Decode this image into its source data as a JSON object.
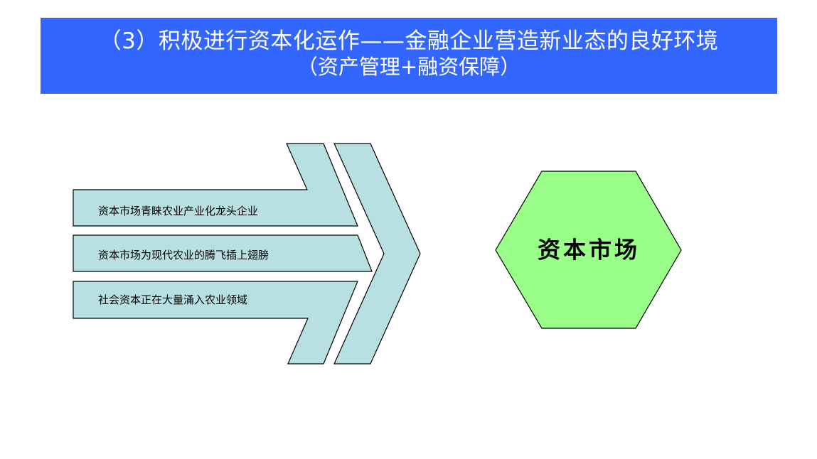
{
  "header": {
    "title_line1": "（3）积极进行资本化运作——金融企业营造新业态的良好环境",
    "title_line2": "（资产管理+融资保障）"
  },
  "arrow": {
    "items": [
      "资本市场青睐农业产业化龙头企业",
      "资本市场为现代农业的腾飞插上翅膀",
      "社会资本正在大量涌入农业领域"
    ]
  },
  "hexagon": {
    "label": "资本市场"
  },
  "colors": {
    "banner": "#3366ff",
    "arrow_fill": "#b8e0e3",
    "hexagon_fill": "#99ff88",
    "outline": "#000000"
  }
}
